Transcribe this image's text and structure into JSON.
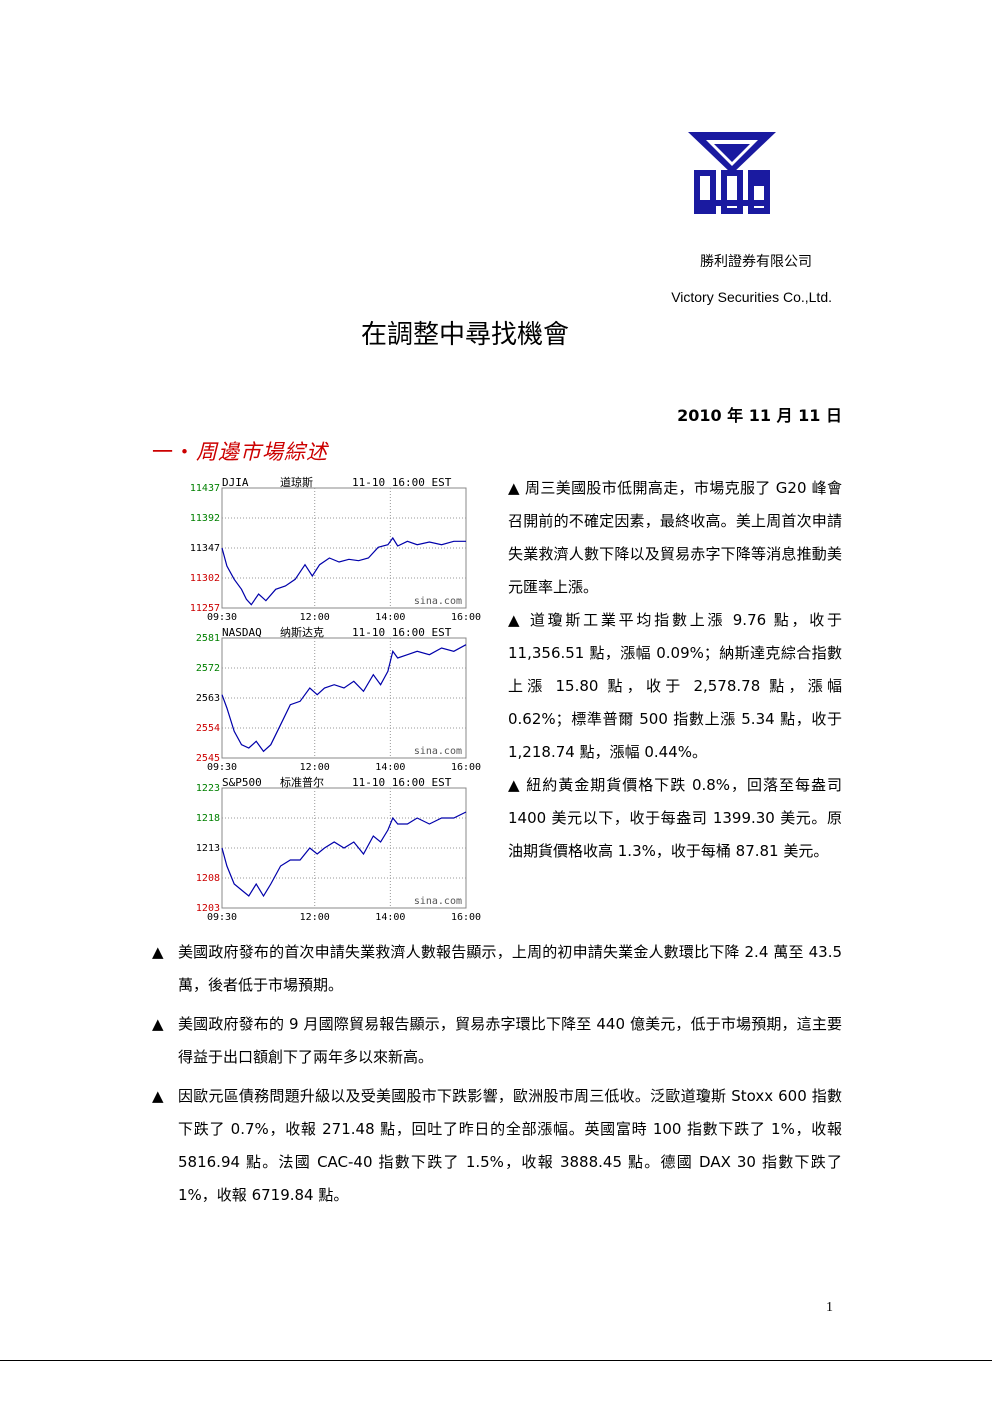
{
  "company": {
    "name_cn": "勝利證券有限公司",
    "name_en": "Victory Securities Co.,Ltd."
  },
  "title": "在調整中尋找機會",
  "date": "2010 年 11 月 11 日",
  "section": {
    "number": "一・",
    "heading": "周邊市場綜述"
  },
  "colors": {
    "logo": "#1a1aa0",
    "heading": "#cc0000",
    "tick_up": "#008000",
    "tick_down": "#cc0000",
    "line": "#0000aa"
  },
  "chart_data": [
    {
      "type": "line",
      "symbol": "DJIA",
      "name_cn": "道琼斯",
      "time": "11-10 16:00 EST",
      "source": "sina.com",
      "y_ticks": [
        "11437",
        "11392",
        "11347",
        "11302",
        "11257"
      ],
      "x_ticks": [
        "09:30",
        "12:00",
        "14:00",
        "16:00"
      ],
      "ylim": [
        11257,
        11437
      ],
      "x": [
        0,
        0.02,
        0.05,
        0.08,
        0.1,
        0.12,
        0.15,
        0.18,
        0.22,
        0.26,
        0.3,
        0.34,
        0.37,
        0.4,
        0.44,
        0.48,
        0.52,
        0.56,
        0.6,
        0.64,
        0.68,
        0.7,
        0.72,
        0.76,
        0.8,
        0.85,
        0.9,
        0.95,
        1.0
      ],
      "values": [
        11347,
        11320,
        11300,
        11285,
        11270,
        11262,
        11278,
        11268,
        11285,
        11290,
        11300,
        11322,
        11305,
        11322,
        11332,
        11326,
        11330,
        11328,
        11332,
        11348,
        11352,
        11362,
        11350,
        11357,
        11352,
        11356,
        11352,
        11357,
        11357
      ]
    },
    {
      "type": "line",
      "symbol": "NASDAQ",
      "name_cn": "纳斯达克",
      "time": "11-10 16:00 EST",
      "source": "sina.com",
      "y_ticks": [
        "2581",
        "2572",
        "2563",
        "2554",
        "2545"
      ],
      "x_ticks": [
        "09:30",
        "12:00",
        "14:00",
        "16:00"
      ],
      "ylim": [
        2545,
        2581
      ],
      "x": [
        0,
        0.02,
        0.05,
        0.08,
        0.11,
        0.14,
        0.17,
        0.2,
        0.24,
        0.28,
        0.32,
        0.36,
        0.39,
        0.42,
        0.46,
        0.5,
        0.54,
        0.58,
        0.62,
        0.65,
        0.68,
        0.7,
        0.72,
        0.76,
        0.8,
        0.85,
        0.9,
        0.95,
        1.0
      ],
      "values": [
        2564,
        2560,
        2553,
        2549,
        2548,
        2550,
        2547,
        2549,
        2555,
        2561,
        2562,
        2566,
        2564,
        2566,
        2567,
        2566,
        2568,
        2565,
        2570,
        2567,
        2571,
        2577,
        2575,
        2576,
        2577,
        2576,
        2578,
        2577,
        2579
      ]
    },
    {
      "type": "line",
      "symbol": "S&P500",
      "name_cn": "标准普尔",
      "time": "11-10 16:00 EST",
      "source": "sina.com",
      "y_ticks": [
        "1223",
        "1218",
        "1213",
        "1208",
        "1203"
      ],
      "x_ticks": [
        "09:30",
        "12:00",
        "14:00",
        "16:00"
      ],
      "ylim": [
        1203,
        1223
      ],
      "x": [
        0,
        0.02,
        0.05,
        0.08,
        0.11,
        0.14,
        0.17,
        0.2,
        0.24,
        0.28,
        0.32,
        0.36,
        0.39,
        0.42,
        0.46,
        0.5,
        0.54,
        0.58,
        0.62,
        0.65,
        0.68,
        0.7,
        0.72,
        0.76,
        0.8,
        0.85,
        0.9,
        0.95,
        1.0
      ],
      "values": [
        1213,
        1210,
        1207,
        1206,
        1205,
        1207,
        1205,
        1207,
        1210,
        1211,
        1211,
        1213,
        1212,
        1213,
        1214,
        1213,
        1214,
        1212,
        1215,
        1214,
        1216,
        1218,
        1217,
        1217,
        1218,
        1217,
        1218,
        1218,
        1219
      ]
    }
  ],
  "right_paragraphs": [
    "▲ 周三美國股市低開高走，市場克服了 G20 峰會召開前的不確定因素，最終收高。美上周首次申請失業救濟人數下降以及貿易赤字下降等消息推動美元匯率上漲。",
    "▲ 道瓊斯工業平均指數上漲 9.76 點，收于 11,356.51 點，漲幅 0.09%；納斯達克綜合指數上漲 15.80 點，收于 2,578.78 點，漲幅 0.62%；標準普爾 500 指數上漲 5.34 點，收于 1,218.74 點，漲幅 0.44%。",
    "▲ 紐約黃金期貨價格下跌 0.8%，回落至每盎司 1400 美元以下，收于每盎司 1399.30 美元。原油期貨價格收高 1.3%，收于每桶 87.81 美元。"
  ],
  "bullets": [
    {
      "marker": "▲",
      "text": "美國政府發布的首次申請失業救濟人數報告顯示，上周的初申請失業金人數環比下降 2.4 萬至 43.5 萬，後者低于市場預期。"
    },
    {
      "marker": "▲",
      "text": "美國政府發布的 9 月國際貿易報告顯示，貿易赤字環比下降至 440 億美元，低于市場預期，這主要得益于出口額創下了兩年多以來新高。"
    },
    {
      "marker": "▲",
      "text": "因歐元區債務問題升級以及受美國股市下跌影響，歐洲股市周三低收。泛歐道瓊斯 Stoxx 600 指數下跌了 0.7%，收報 271.48 點，回吐了昨日的全部漲幅。英國富時 100 指數下跌了 1%，收報 5816.94 點。法國 CAC-40 指數下跌了 1.5%，收報 3888.45 點。德國 DAX 30 指數下跌了 1%，收報 6719.84 點。"
    }
  ],
  "page_number": "1"
}
